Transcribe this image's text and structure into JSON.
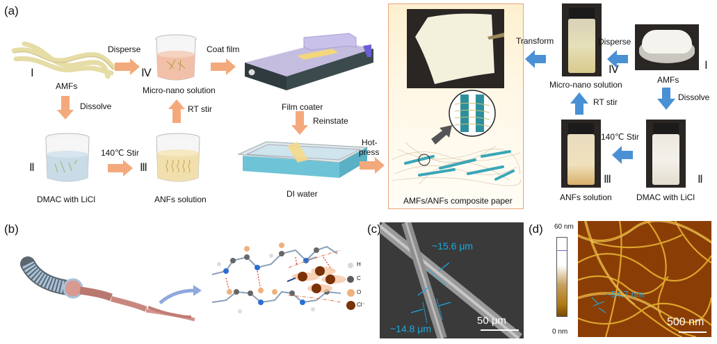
{
  "figure": {
    "panels": {
      "a": "(a)",
      "b": "(b)",
      "c": "(c)",
      "d": "(d)"
    },
    "schematic": {
      "step_I": {
        "roman": "Ⅰ",
        "label": "AMFs"
      },
      "step_II": {
        "roman": "Ⅱ",
        "label": "DMAC with LiCl"
      },
      "step_III": {
        "roman": "Ⅲ",
        "label": "ANFs solution"
      },
      "step_IV": {
        "roman": "Ⅳ",
        "label": "Micro-nano solution"
      },
      "arrows": {
        "disperse": "Disperse",
        "dissolve": "Dissolve",
        "stir_140": "140℃ Stir",
        "rt_stir": "RT stir",
        "coat_film": "Coat film",
        "reinstate": "Reinstate",
        "hot_press_1": "Hot-",
        "hot_press_2": "press",
        "transform": "Transform"
      },
      "film_coater": "Film coater",
      "di_water": "DI water",
      "composite_paper": "AMFs/ANFs composite paper"
    },
    "photos": {
      "step_I": {
        "roman": "Ⅰ",
        "label": "AMFs"
      },
      "step_II": {
        "roman": "Ⅱ",
        "label": "DMAC with LiCl"
      },
      "step_III": {
        "roman": "Ⅲ",
        "label": "ANFs solution"
      },
      "step_IV": {
        "roman": "Ⅳ",
        "label": "Micro-nano solution"
      },
      "arrows": {
        "disperse": "Disperse",
        "dissolve": "Dissolve",
        "stir_140": "140℃ Stir",
        "rt_stir": "RT stir"
      }
    },
    "molecule_legend": [
      {
        "symbol": "H",
        "color": "#d9d9d9"
      },
      {
        "symbol": "C",
        "color": "#5a5a5a"
      },
      {
        "symbol": "O",
        "color": "#f0b07c"
      },
      {
        "symbol": "Cl⁻",
        "color": "#7a3208"
      }
    ],
    "sem": {
      "measure_1": "~15.6 μm",
      "measure_2": "~14.8 μm",
      "scale_bar": "50 μm"
    },
    "afm": {
      "scale_max": "60 nm",
      "scale_min": "0 nm",
      "measure": "~54.7 nm",
      "scale_bar": "500 nm"
    },
    "colors": {
      "orange_arrow": "#f4a97c",
      "blue_arrow": "#4a90d4",
      "measure_text": "#1fa8e0",
      "box_border": "#e8a27a"
    }
  }
}
